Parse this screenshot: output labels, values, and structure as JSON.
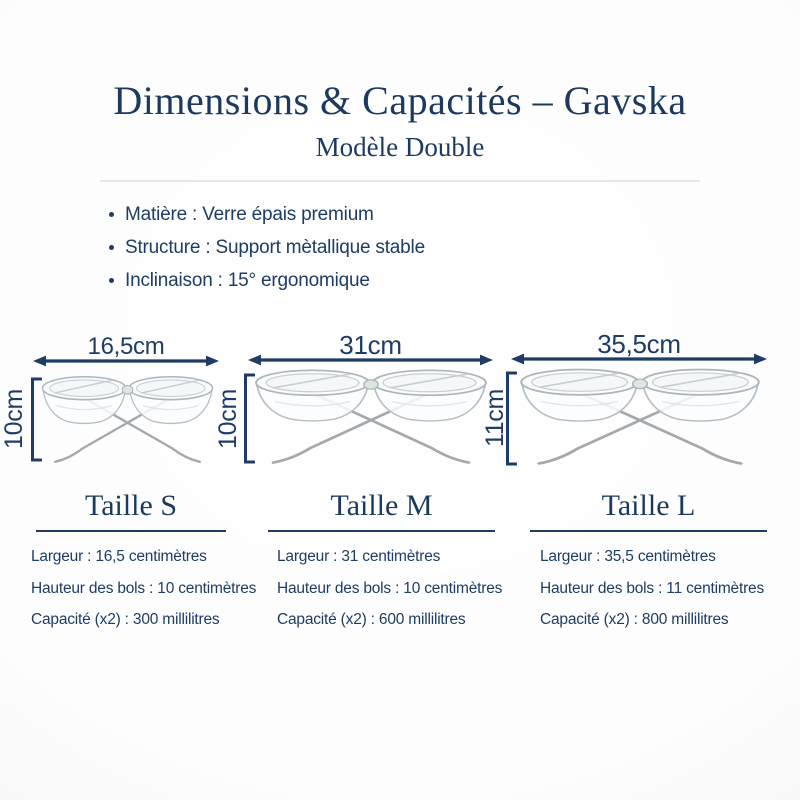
{
  "header": {
    "title": "Dimensions & Capacités – Gavska",
    "subtitle": "Modèle Double"
  },
  "features": [
    "Matière : Verre épais premium",
    "Structure : Support mètallique stable",
    "Inclinaison : 15° ergonomique"
  ],
  "products": [
    {
      "size": "S",
      "width_label": "16,5cm",
      "height_label": "10cm"
    },
    {
      "size": "M",
      "width_label": "31cm",
      "height_label": "10cm"
    },
    {
      "size": "L",
      "width_label": "35,5cm",
      "height_label": "11cm"
    }
  ],
  "sizes": [
    {
      "name": "Taille S",
      "specs": [
        "Largeur : 16,5 centimètres",
        "Hauteur des bols : 10 centimètres",
        "Capacité (x2) : 300 millilitres"
      ]
    },
    {
      "name": "Taille M",
      "specs": [
        "Largeur : 31 centimètres",
        "Hauteur des bols : 10 centimètres",
        "Capacité (x2) : 600 millilitres"
      ]
    },
    {
      "name": "Taille L",
      "specs": [
        "Largeur : 35,5 centimètres",
        "Hauteur des bols : 11 centimètres",
        "Capacité (x2) : 800 millilitres"
      ]
    }
  ],
  "colors": {
    "navy_text": "#1e3c64",
    "title_navy": "#1d3a5e",
    "divider_gray": "#e7e7e8",
    "glass_gray": "#b4bcc1",
    "stand_gray": "#a3a9ad",
    "background": "#fdfdfd"
  }
}
